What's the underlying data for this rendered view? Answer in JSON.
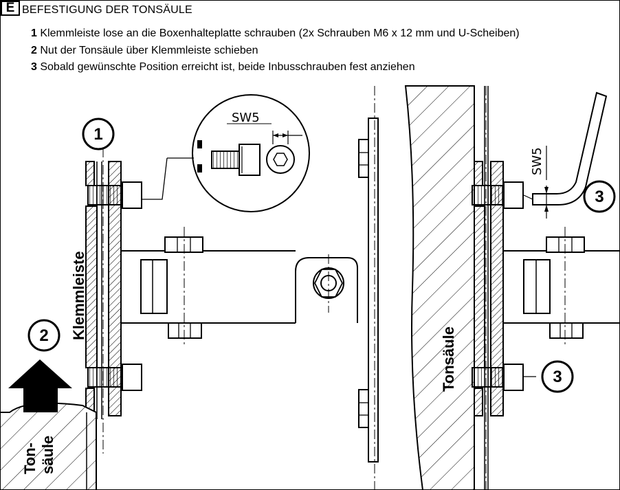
{
  "section_letter": "E",
  "heading": "BEFESTIGUNG DER TONSÄULE",
  "steps": [
    {
      "num": "1",
      "text": "Klemmleiste lose an die Boxenhalteplatte schrauben (2x Schrauben M6 x 12 mm und U-Scheiben)"
    },
    {
      "num": "2",
      "text": "Nut der Tonsäule über Klemmleiste schieben"
    },
    {
      "num": "3",
      "text": "Sobald gewünschte Position erreicht ist, beide Inbusschrauben fest anziehen"
    }
  ],
  "labels": {
    "klemmleiste": "Klemmleiste",
    "tonsaeule": "Tonsäule",
    "ton": "Ton-",
    "saeule": "säule",
    "sw5_detail": "SW5",
    "sw5_key": "SW5",
    "callout_1": "1",
    "callout_2": "2",
    "callout_3a": "3",
    "callout_3b": "3"
  }
}
